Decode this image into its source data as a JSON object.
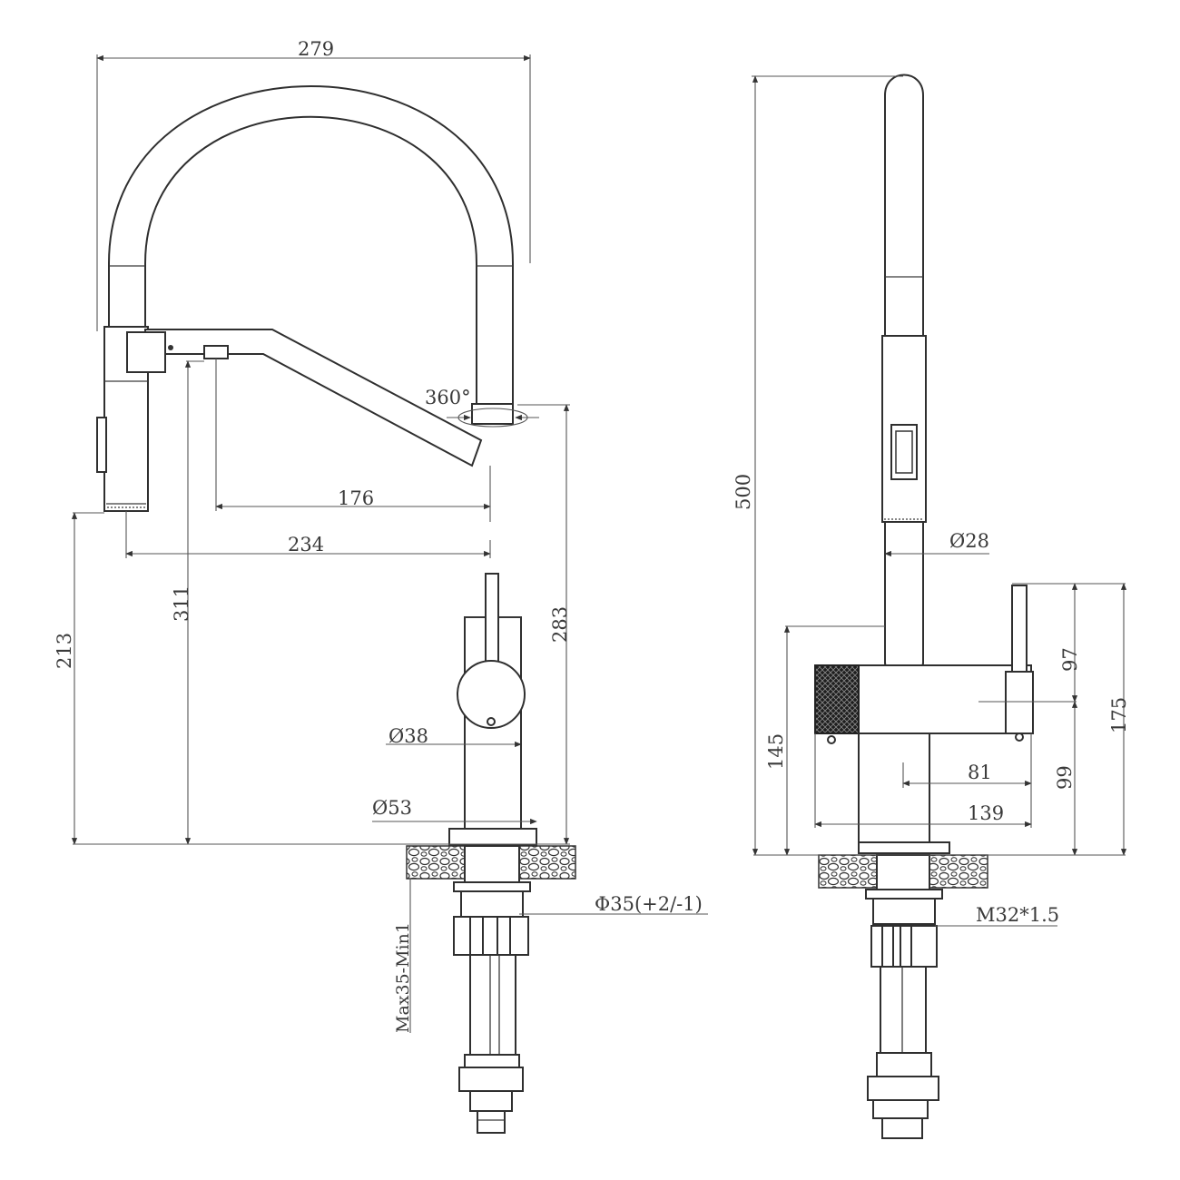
{
  "side_view": {
    "width_top": "279",
    "rotation": "360°",
    "reach_spout": "176",
    "reach_handle": "234",
    "height_outlet": "311",
    "height_body": "283",
    "height_spray": "213",
    "dia_body": "Ø38",
    "dia_base": "Ø53",
    "dia_hole": "Φ35(+2/-1)",
    "counter_thickness": "Max35-Min1"
  },
  "front_view": {
    "total_height": "500",
    "dia_hose": "Ø28",
    "handle_height_a": "97",
    "handle_height_b": "175",
    "body_height": "145",
    "lever_height": "99",
    "depth_a": "81",
    "depth_b": "139",
    "thread": "M32*1.5"
  }
}
